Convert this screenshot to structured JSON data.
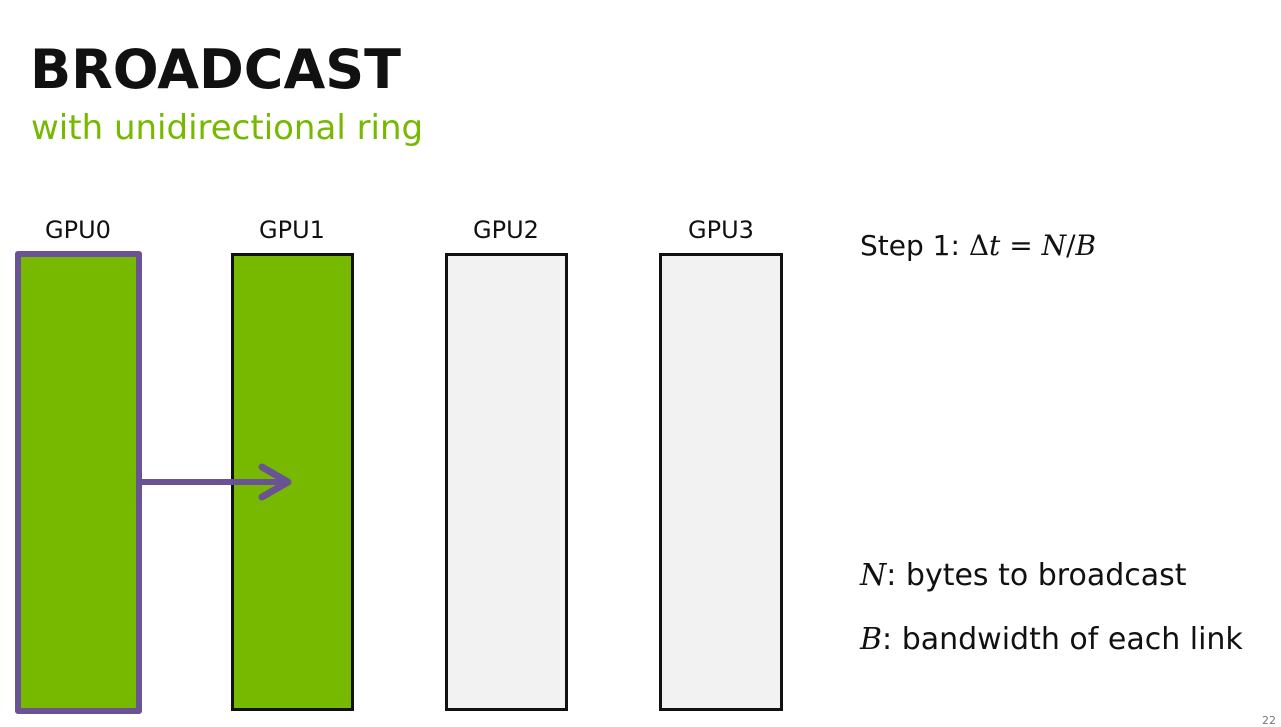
{
  "slide": {
    "title": "BROADCAST",
    "subtitle": "with unidirectional ring",
    "page_number": "22"
  },
  "colors": {
    "nvidia_green": "#76b900",
    "source_border_purple": "#6a5394",
    "arrow_purple": "#6a5394",
    "empty_block": "#f2f2f2",
    "text": "#111111"
  },
  "gpus": [
    {
      "label": "GPU0",
      "state": "has-data",
      "role": "source"
    },
    {
      "label": "GPU1",
      "state": "has-data",
      "role": "receiver"
    },
    {
      "label": "GPU2",
      "state": "empty",
      "role": "receiver"
    },
    {
      "label": "GPU3",
      "state": "empty",
      "role": "receiver"
    }
  ],
  "transfers": [
    {
      "from": "GPU0",
      "to": "GPU1",
      "direction": "right"
    }
  ],
  "step": {
    "label": "Step 1:",
    "delta_symbol": "Δ",
    "t_var": "t",
    "equals": "=",
    "numerator": "N",
    "slash": "/",
    "denominator": "B"
  },
  "legend": [
    {
      "var": "N",
      "sep": ": ",
      "text": "bytes to broadcast"
    },
    {
      "var": "B",
      "sep": ": ",
      "text": "bandwidth of each link"
    }
  ]
}
